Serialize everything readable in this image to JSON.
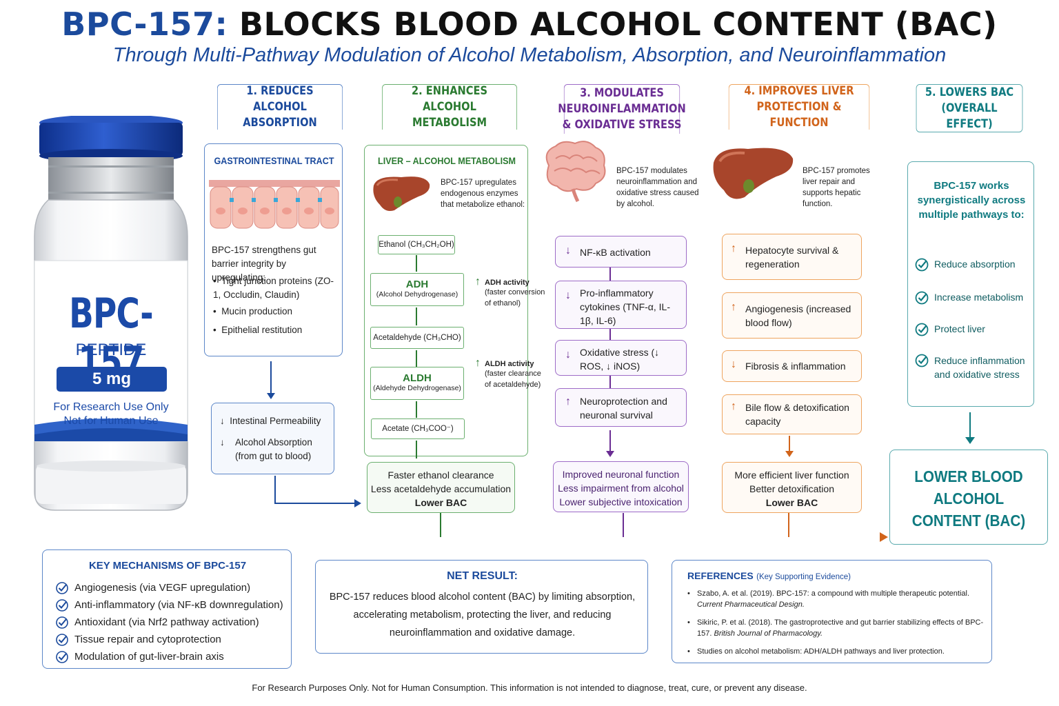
{
  "title_part1": "BPC-157:",
  "title_part2": "BLOCKS BLOOD ALCOHOL CONTENT (BAC)",
  "subtitle": "Through Multi-Pathway Modulation of Alcohol Metabolism, Absorption, and Neuroinflammation",
  "vial": {
    "name": "BPC-157",
    "type": "PEPTIDE",
    "dose": "5 mg",
    "line1": "For Research Use Only",
    "line2": "Not for Human Use"
  },
  "col1": {
    "header": "1. REDUCES ALCOHOL ABSORPTION",
    "box_title": "GASTROINTESTINAL TRACT",
    "intro": "BPC-157 strengthens gut barrier integrity by upregulating:",
    "bullets": [
      "Tight junction proteins (ZO-1, Occludin, Claudin)",
      "Mucin production",
      "Epithelial restitution"
    ],
    "result1": "Intestinal Permeability",
    "result2": "Alcohol Absorption (from gut to blood)"
  },
  "col2": {
    "header": "2. ENHANCES ALCOHOL METABOLISM",
    "box_title": "LIVER – ALCOHOL METABOLISM",
    "intro": "BPC-157 upregulates endogenous enzymes that metabolize ethanol:",
    "ethanol": "Ethanol (CH₃CH₂OH)",
    "adh": "ADH",
    "adh_full": "(Alcohol Dehydrogenase)",
    "adh_note_title": "ADH activity",
    "adh_note": "(faster conversion of ethanol)",
    "acetaldehyde": "Acetaldehyde (CH₃CHO)",
    "aldh": "ALDH",
    "aldh_full": "(Aldehyde Dehydrogenase)",
    "aldh_note_title": "ALDH activity",
    "aldh_note": "(faster clearance of acetaldehyde)",
    "acetate": "Acetate (CH₃COO⁻)",
    "result": [
      "Faster ethanol clearance",
      "Less acetaldehyde accumulation",
      "Lower BAC"
    ]
  },
  "col3": {
    "header": "3. MODULATES NEUROINFLAMMATION & OXIDATIVE STRESS",
    "intro": "BPC-157 modulates neuroinflammation and oxidative stress caused by alcohol.",
    "items": [
      "NF-κB activation",
      "Pro-inflammatory cytokines (TNF-α, IL-1β, IL-6)",
      "Oxidative stress (↓ ROS, ↓ iNOS)",
      "Neuroprotection and neuronal survival"
    ],
    "result": [
      "Improved neuronal function",
      "Less impairment from alcohol",
      "Lower subjective intoxication"
    ]
  },
  "col4": {
    "header": "4. IMPROVES LIVER PROTECTION & FUNCTION",
    "intro": "BPC-157 promotes liver repair and supports hepatic function.",
    "items": [
      "Hepatocyte survival & regeneration",
      "Angiogenesis (increased blood flow)",
      "Fibrosis & inflammation",
      "Bile flow & detoxification capacity"
    ],
    "result": [
      "More efficient liver function",
      "Better detoxification",
      "Lower BAC"
    ]
  },
  "col5": {
    "header": "5. LOWERS BAC (OVERALL EFFECT)",
    "intro": "BPC-157 works synergistically across multiple pathways to:",
    "checks": [
      "Reduce absorption",
      "Increase metabolism",
      "Protect liver",
      "Reduce inflammation and oxidative stress"
    ],
    "final": "LOWER BLOOD ALCOHOL CONTENT (BAC)"
  },
  "key": {
    "title": "KEY MECHANISMS OF BPC-157",
    "items": [
      "Angiogenesis (via VEGF upregulation)",
      "Anti-inflammatory (via NF-κB downregulation)",
      "Antioxidant (via Nrf2 pathway activation)",
      "Tissue repair and cytoprotection",
      "Modulation of gut-liver-brain axis"
    ]
  },
  "net": {
    "title": "NET RESULT:",
    "text": "BPC-157 reduces blood alcohol content (BAC) by limiting absorption, accelerating metabolism, protecting the liver, and reducing neuroinflammation and oxidative damage."
  },
  "refs": {
    "title": "REFERENCES",
    "subtitle": "(Key Supporting Evidence)",
    "r1_plain": "Szabo, A. et al. (2019). BPC-157: a compound with multiple therapeutic potential.",
    "r1_italic": "Current Pharmaceutical Design.",
    "r2_plain": "Sikiric, P. et al. (2018). The gastroprotective and gut barrier stabilizing effects of BPC-157.",
    "r2_italic": "British Journal of Pharmacology.",
    "r3": "Studies on alcohol metabolism: ADH/ALDH pathways and liver protection."
  },
  "footer": "For Research Purposes Only. Not for Human Consumption. This information is not intended to diagnose, treat, cure, or prevent any disease.",
  "colors": {
    "blue": "#1b4a9c",
    "green": "#2a7a30",
    "purple": "#6a2d93",
    "orange": "#d1641b",
    "teal": "#0f7a80"
  }
}
